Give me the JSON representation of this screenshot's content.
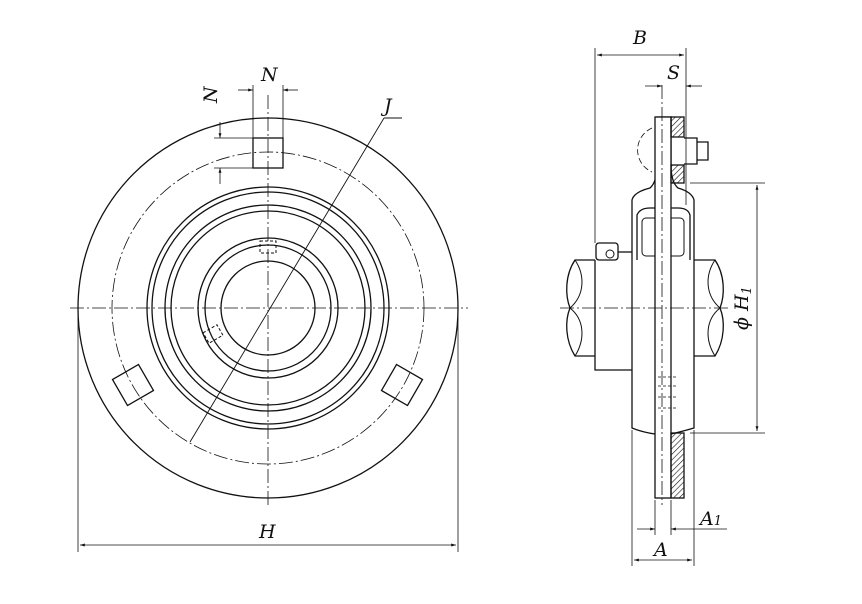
{
  "front_view": {
    "labels": {
      "N_top": "N",
      "N_side": "N",
      "J": "J",
      "H": "H"
    }
  },
  "side_view": {
    "labels": {
      "B": "B",
      "S": "S",
      "H1_prefix": "ϕ H",
      "H1_sub": "1",
      "A": "A",
      "A1_main": "A",
      "A1_sub": "1"
    }
  },
  "colors": {
    "line": "#111111",
    "background": "#ffffff"
  }
}
